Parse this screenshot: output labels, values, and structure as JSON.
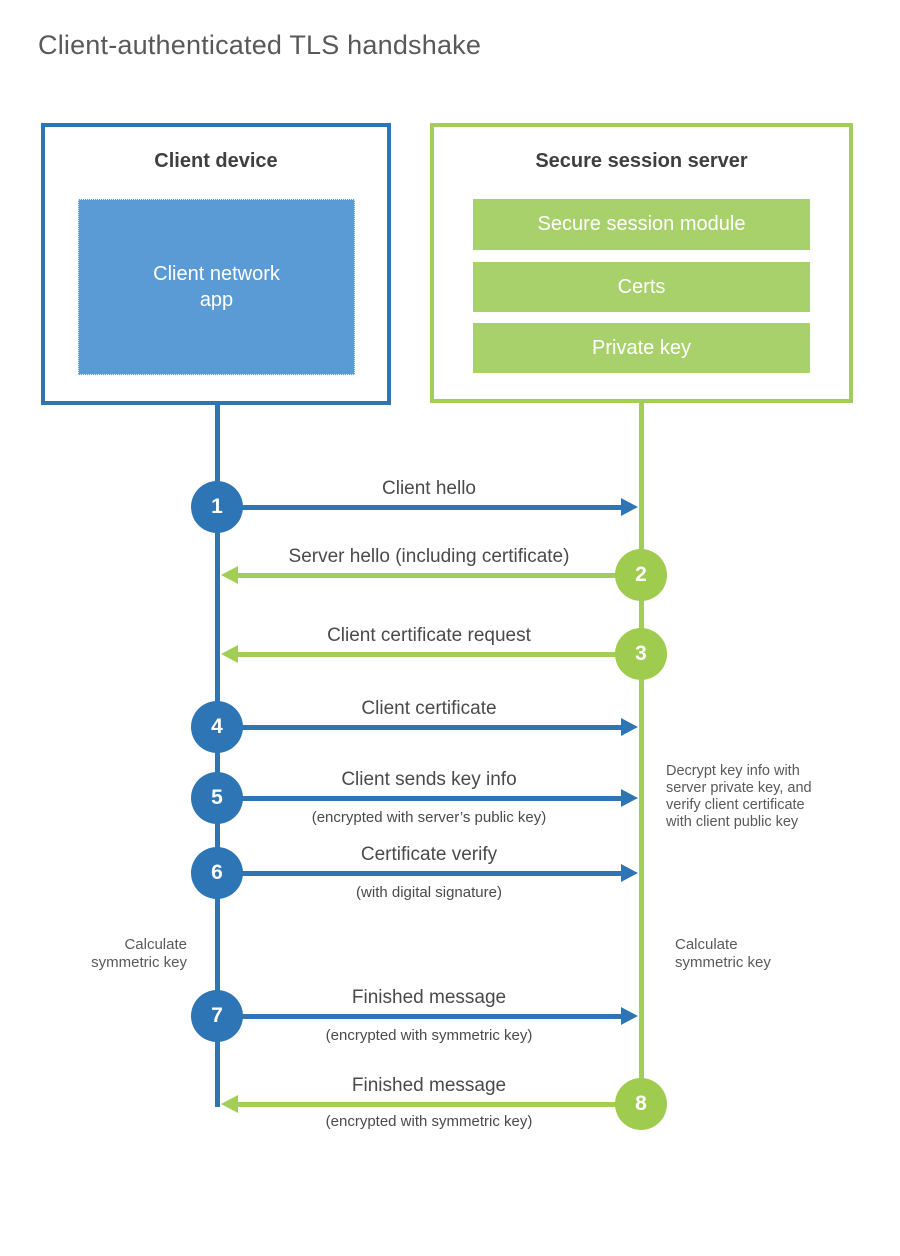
{
  "title": "Client-authenticated TLS handshake",
  "client_box": {
    "title": "Client device",
    "app_label": "Client network\napp"
  },
  "server_box": {
    "title": "Secure session server",
    "modules": [
      "Secure session module",
      "Certs",
      "Private key"
    ]
  },
  "steps": [
    {
      "num": "1",
      "label": "Client hello",
      "direction": "client-to-server"
    },
    {
      "num": "2",
      "label": "Server hello (including certificate)",
      "direction": "server-to-client"
    },
    {
      "num": "3",
      "label": "Client certificate request",
      "direction": "server-to-client"
    },
    {
      "num": "4",
      "label": "Client certificate",
      "direction": "client-to-server"
    },
    {
      "num": "5",
      "label": "Client sends key info",
      "sub": "(encrypted with server’s public key)",
      "direction": "client-to-server"
    },
    {
      "num": "6",
      "label": "Certificate verify",
      "sub": "(with digital signature)",
      "direction": "client-to-server"
    },
    {
      "num": "7",
      "label": "Finished message",
      "sub": "(encrypted with symmetric key)",
      "direction": "client-to-server"
    },
    {
      "num": "8",
      "label": "Finished message",
      "sub": "(encrypted with symmetric key)",
      "direction": "server-to-client"
    }
  ],
  "notes": {
    "decrypt": "Decrypt key info with\nserver private key, and\nverify client certificate\nwith client public key",
    "calc_left": "Calculate\nsymmetric key",
    "calc_right": "Calculate\nsymmetric key"
  },
  "colors": {
    "blue_line": "#2E75B6",
    "blue_fill": "#5B9BD5",
    "green_line": "#A2CE58",
    "green_circle": "#9FCB4F",
    "green_fill": "#A9D16B",
    "text_dark": "#3F3F3F",
    "text_gray": "#595959"
  }
}
